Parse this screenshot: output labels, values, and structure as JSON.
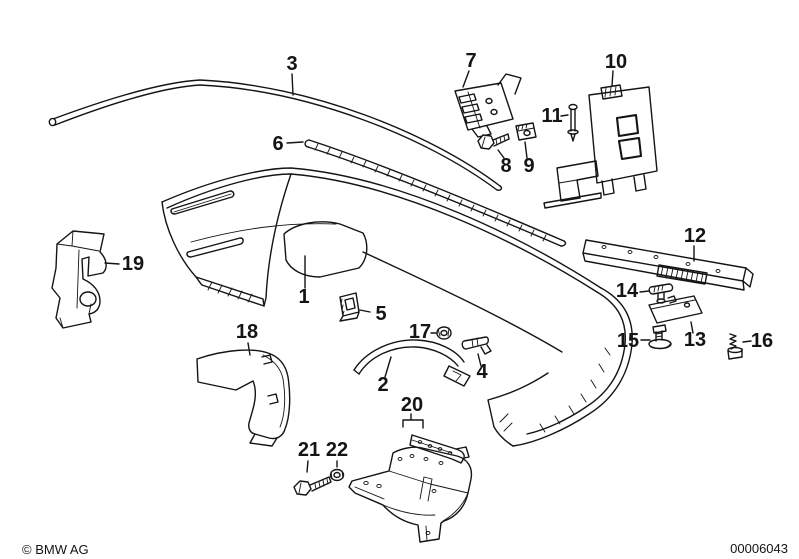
{
  "diagram": {
    "callouts": [
      "1",
      "2",
      "3",
      "4",
      "5",
      "6",
      "7",
      "8",
      "9",
      "10",
      "11",
      "12",
      "13",
      "14",
      "15",
      "16",
      "17",
      "18",
      "19",
      "20",
      "21",
      "22"
    ],
    "footer": {
      "copyright": "© BMW AG",
      "doc_number": "00006043"
    },
    "colors": {
      "line": "#141414",
      "background": "#ffffff"
    }
  }
}
